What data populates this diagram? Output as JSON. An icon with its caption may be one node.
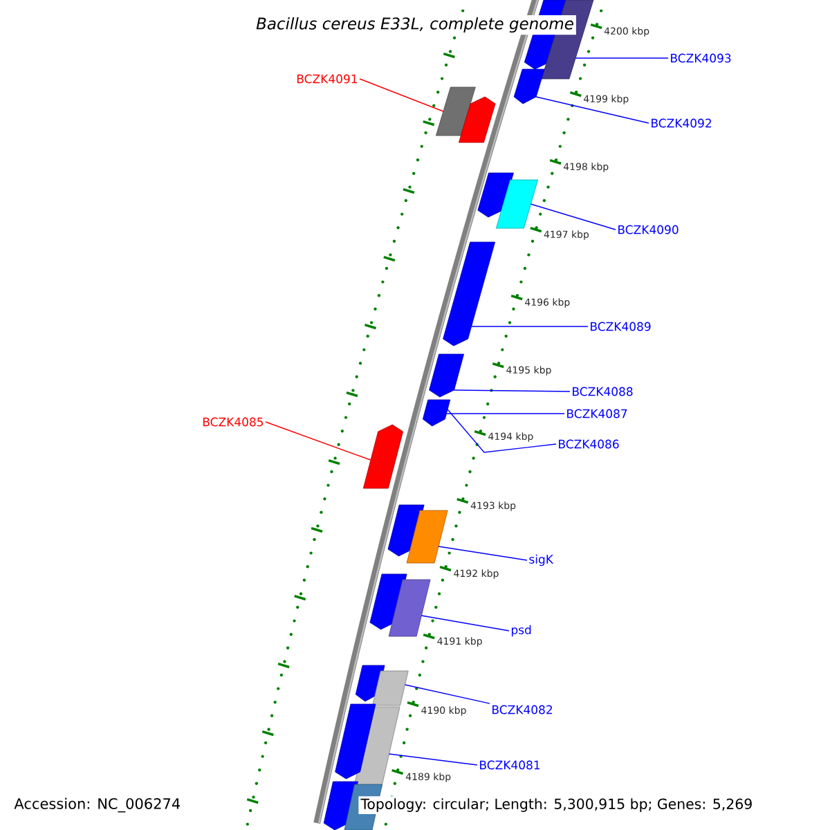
{
  "diagram": {
    "title": "Bacillus cereus E33L, complete genome",
    "nodes": [
      {
        "text": [
          "BCZK4093"
        ]
      },
      {
        "text": [
          "BCZK4091"
        ]
      },
      {
        "text": [
          "BCZK4092"
        ]
      },
      {
        "text": [
          "BCZK4090"
        ]
      },
      {
        "text": [
          "BCZK4089"
        ]
      },
      {
        "text": [
          "BCZK4088"
        ]
      },
      {
        "text": [
          "BCZK4087"
        ]
      },
      {
        "text": [
          "BCZK4086"
        ]
      },
      {
        "text": [
          "BCZK4085"
        ]
      },
      {
        "text": [
          "sigK"
        ]
      },
      {
        "text": [
          "psd"
        ]
      },
      {
        "text": [
          "BCZK4082"
        ]
      },
      {
        "text": [
          "BCZK4081"
        ]
      },
      {
        "text": [],
        "shape": "arrow"
      },
      {
        "text": [],
        "shape": "box"
      },
      {
        "text": [],
        "shape": "arrow"
      },
      {
        "text": [],
        "shape": "box"
      },
      {
        "text": [],
        "shape": "arrow"
      },
      {
        "text": [],
        "shape": "arrow"
      },
      {
        "text": [],
        "shape": "box"
      },
      {
        "text": [],
        "shape": "arrow"
      },
      {
        "text": [],
        "shape": "arrow"
      },
      {
        "text": [],
        "shape": "arrow"
      },
      {
        "text": [],
        "shape": "arrow"
      },
      {
        "text": [],
        "shape": "arrow"
      },
      {
        "text": [],
        "shape": "box"
      },
      {
        "text": [],
        "shape": "arrow"
      },
      {
        "text": [],
        "shape": "box"
      },
      {
        "text": [],
        "shape": "arrow"
      },
      {
        "text": [],
        "shape": "box"
      },
      {
        "text": [],
        "shape": "box"
      },
      {
        "text": [],
        "shape": "arrow"
      },
      {
        "text": [],
        "shape": "arrow"
      },
      {
        "text": [],
        "shape": "box"
      }
    ],
    "edges": [
      {
        "from": 0,
        "to": 14,
        "arrow": "none"
      },
      {
        "from": 1,
        "to": 16,
        "arrow": "none",
        "color": "#ff0000"
      },
      {
        "from": 2,
        "to": 15,
        "arrow": "none"
      },
      {
        "from": 3,
        "to": 19,
        "arrow": "none"
      },
      {
        "from": 4,
        "to": 20,
        "arrow": "none"
      },
      {
        "from": 5,
        "to": 21,
        "arrow": "none"
      },
      {
        "from": 6,
        "to": 22,
        "arrow": "none"
      },
      {
        "from": 7,
        "to": 22,
        "arrow": "none"
      },
      {
        "from": 8,
        "to": 23,
        "arrow": "none",
        "color": "#ff0000"
      },
      {
        "from": 9,
        "to": 25,
        "arrow": "none"
      },
      {
        "from": 10,
        "to": 27,
        "arrow": "none"
      },
      {
        "from": 11,
        "to": 29,
        "arrow": "none"
      },
      {
        "from": 12,
        "to": 30,
        "arrow": "none"
      }
    ],
    "labels": [
      "4200 kbp",
      "4199 kbp",
      "4198 kbp",
      "4197 kbp",
      "4196 kbp",
      "4195 kbp",
      "4194 kbp",
      "4193 kbp",
      "4192 kbp",
      "4191 kbp",
      "4190 kbp",
      "4189 kbp",
      "Accession: NC_006274",
      "Topology: circular; Length: 5,300,915 bp; Genes: 5,269"
    ]
  }
}
